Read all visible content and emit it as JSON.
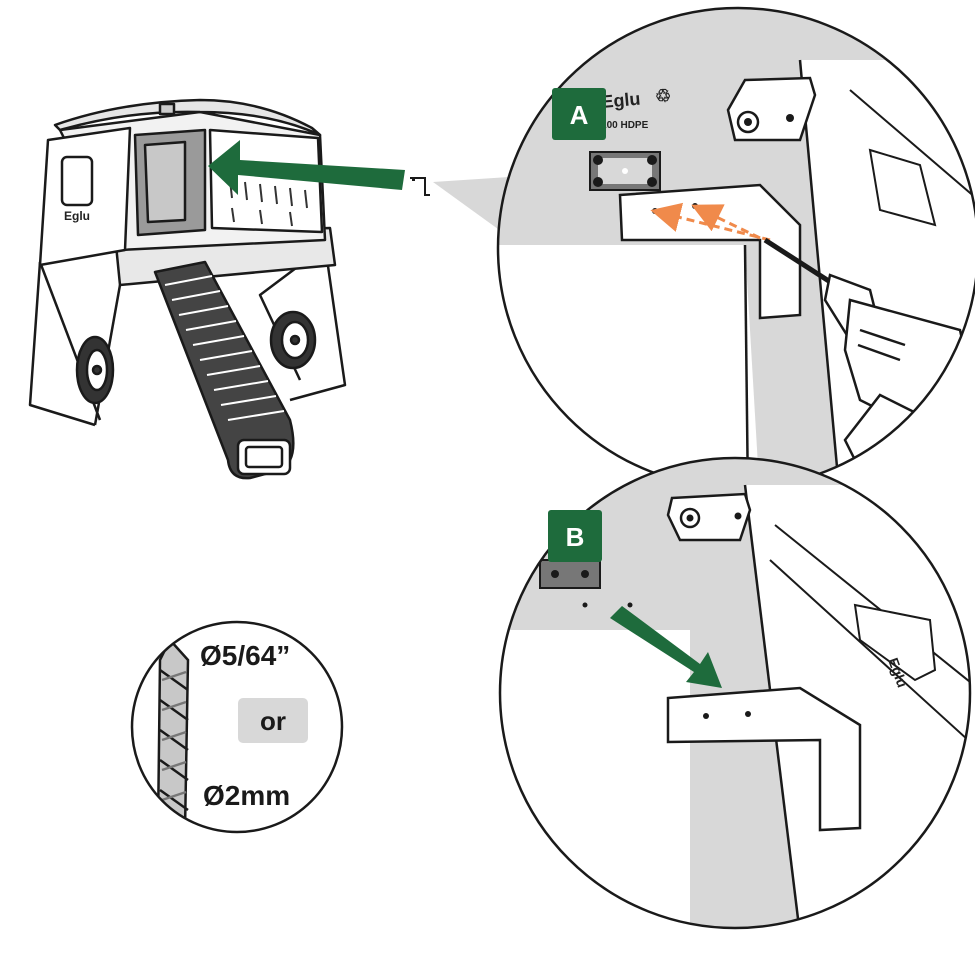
{
  "step_labels": {
    "a": "A",
    "b": "B"
  },
  "drill_bit": {
    "size_imperial": "Ø5/64”",
    "connector": "or",
    "size_metric": "Ø2mm"
  },
  "colors": {
    "brand_green": "#1e6b3c",
    "accent_orange": "#f08a4b",
    "panel_gray": "#d8d8d8",
    "outline": "#1a1a1a"
  },
  "icons": {
    "coop": "chicken-coop-illustration",
    "drill": "power-drill-icon",
    "drill_bit": "twist-drill-bit-icon"
  }
}
